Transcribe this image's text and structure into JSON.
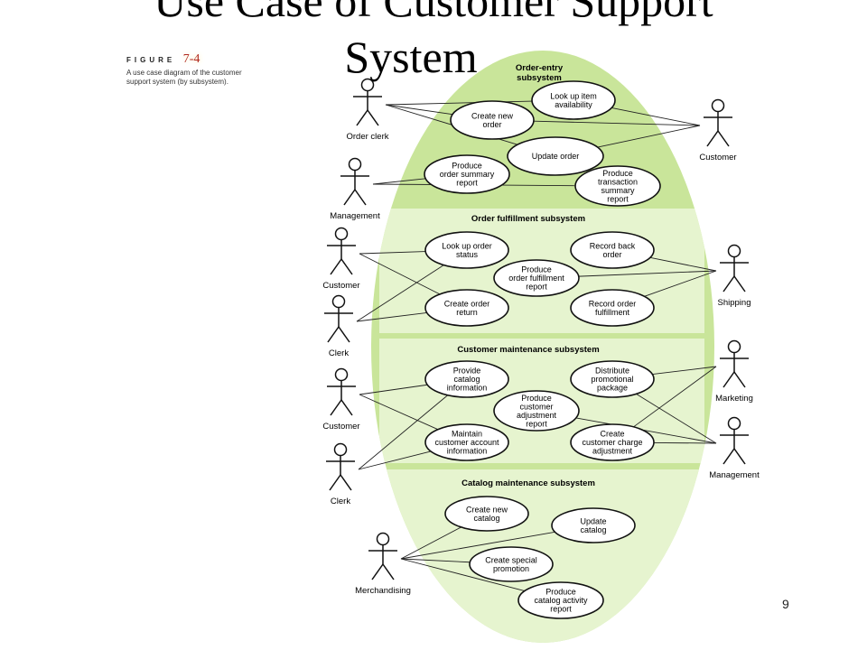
{
  "slide": {
    "title_line1": "Use Case of Customer Support",
    "title_line2": "System",
    "page_number": "9"
  },
  "figure": {
    "label": "FIGURE",
    "number": "7-4",
    "caption_line1": "A use case diagram of the customer",
    "caption_line2": "support system (by subsystem)."
  },
  "colors": {
    "system_fill": "#c9e59a",
    "subsystem_fill": "#e6f4cf",
    "ellipse_fill": "#ffffff",
    "line": "#222222"
  },
  "subsystems": [
    {
      "id": "order-entry",
      "title_lines": [
        "Order-entry",
        "subsystem"
      ]
    },
    {
      "id": "order-fulfillment",
      "title_lines": [
        "Order fulfillment subsystem"
      ]
    },
    {
      "id": "customer-maintenance",
      "title_lines": [
        "Customer maintenance subsystem"
      ]
    },
    {
      "id": "catalog-maintenance",
      "title_lines": [
        "Catalog maintenance subsystem"
      ]
    }
  ],
  "actors": [
    {
      "id": "order-clerk",
      "label": "Order clerk"
    },
    {
      "id": "management-1",
      "label": "Management"
    },
    {
      "id": "customer-1",
      "label": "Customer"
    },
    {
      "id": "customer-2",
      "label": "Customer"
    },
    {
      "id": "clerk-1",
      "label": "Clerk"
    },
    {
      "id": "shipping",
      "label": "Shipping"
    },
    {
      "id": "customer-3",
      "label": "Customer"
    },
    {
      "id": "clerk-2",
      "label": "Clerk"
    },
    {
      "id": "marketing",
      "label": "Marketing"
    },
    {
      "id": "management-2",
      "label": "Management"
    },
    {
      "id": "merchandising",
      "label": "Merchandising"
    }
  ],
  "use_cases": [
    {
      "id": "look-up-item-availability",
      "subsystem": "order-entry",
      "lines": [
        "Look up item",
        "availability"
      ]
    },
    {
      "id": "create-new-order",
      "subsystem": "order-entry",
      "lines": [
        "Create new",
        "order"
      ]
    },
    {
      "id": "update-order",
      "subsystem": "order-entry",
      "lines": [
        "Update order"
      ]
    },
    {
      "id": "produce-order-summary-report",
      "subsystem": "order-entry",
      "lines": [
        "Produce",
        "order summary",
        "report"
      ]
    },
    {
      "id": "produce-transaction-summary-report",
      "subsystem": "order-entry",
      "lines": [
        "Produce",
        "transaction",
        "summary",
        "report"
      ]
    },
    {
      "id": "look-up-order-status",
      "subsystem": "order-fulfillment",
      "lines": [
        "Look up order",
        "status"
      ]
    },
    {
      "id": "record-back-order",
      "subsystem": "order-fulfillment",
      "lines": [
        "Record back",
        "order"
      ]
    },
    {
      "id": "produce-order-fulfillment-report",
      "subsystem": "order-fulfillment",
      "lines": [
        "Produce",
        "order fulfillment",
        "report"
      ]
    },
    {
      "id": "create-order-return",
      "subsystem": "order-fulfillment",
      "lines": [
        "Create order",
        "return"
      ]
    },
    {
      "id": "record-order-fulfillment",
      "subsystem": "order-fulfillment",
      "lines": [
        "Record order",
        "fulfillment"
      ]
    },
    {
      "id": "provide-catalog-information",
      "subsystem": "customer-maintenance",
      "lines": [
        "Provide",
        "catalog",
        "information"
      ]
    },
    {
      "id": "distribute-promotional-package",
      "subsystem": "customer-maintenance",
      "lines": [
        "Distribute",
        "promotional",
        "package"
      ]
    },
    {
      "id": "produce-customer-adjustment-report",
      "subsystem": "customer-maintenance",
      "lines": [
        "Produce",
        "customer",
        "adjustment",
        "report"
      ]
    },
    {
      "id": "maintain-customer-account-information",
      "subsystem": "customer-maintenance",
      "lines": [
        "Maintain",
        "customer account",
        "information"
      ]
    },
    {
      "id": "create-customer-charge-adjustment",
      "subsystem": "customer-maintenance",
      "lines": [
        "Create",
        "customer charge",
        "adjustment"
      ]
    },
    {
      "id": "create-new-catalog",
      "subsystem": "catalog-maintenance",
      "lines": [
        "Create new",
        "catalog"
      ]
    },
    {
      "id": "update-catalog",
      "subsystem": "catalog-maintenance",
      "lines": [
        "Update",
        "catalog"
      ]
    },
    {
      "id": "create-special-promotion",
      "subsystem": "catalog-maintenance",
      "lines": [
        "Create special",
        "promotion"
      ]
    },
    {
      "id": "produce-catalog-activity-report",
      "subsystem": "catalog-maintenance",
      "lines": [
        "Produce",
        "catalog activity",
        "report"
      ]
    }
  ],
  "associations": [
    [
      "order-clerk",
      "look-up-item-availability"
    ],
    [
      "order-clerk",
      "create-new-order"
    ],
    [
      "order-clerk",
      "update-order"
    ],
    [
      "customer-1-oe",
      "look-up-item-availability"
    ],
    [
      "customer-1-oe",
      "create-new-order"
    ],
    [
      "customer-1-oe",
      "update-order"
    ],
    [
      "management-1",
      "produce-order-summary-report"
    ],
    [
      "management-1",
      "produce-transaction-summary-report"
    ],
    [
      "customer-1",
      "look-up-order-status"
    ],
    [
      "customer-1",
      "create-order-return"
    ],
    [
      "clerk-1",
      "look-up-order-status"
    ],
    [
      "clerk-1",
      "create-order-return"
    ],
    [
      "shipping",
      "record-back-order"
    ],
    [
      "shipping",
      "produce-order-fulfillment-report"
    ],
    [
      "shipping",
      "record-order-fulfillment"
    ],
    [
      "customer-3",
      "provide-catalog-information"
    ],
    [
      "customer-3",
      "maintain-customer-account-information"
    ],
    [
      "clerk-2",
      "provide-catalog-information"
    ],
    [
      "clerk-2",
      "maintain-customer-account-information"
    ],
    [
      "marketing",
      "distribute-promotional-package"
    ],
    [
      "marketing",
      "create-customer-charge-adjustment"
    ],
    [
      "management-2",
      "distribute-promotional-package"
    ],
    [
      "management-2",
      "produce-customer-adjustment-report"
    ],
    [
      "management-2",
      "create-customer-charge-adjustment"
    ],
    [
      "merchandising",
      "create-new-catalog"
    ],
    [
      "merchandising",
      "update-catalog"
    ],
    [
      "merchandising",
      "create-special-promotion"
    ],
    [
      "merchandising",
      "produce-catalog-activity-report"
    ]
  ]
}
